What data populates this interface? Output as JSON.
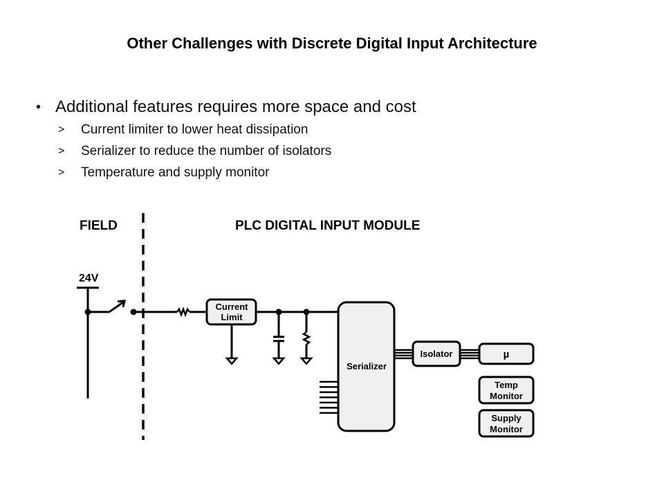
{
  "slide": {
    "title": "Other Challenges with Discrete Digital Input Architecture",
    "bullets": [
      {
        "text": "Additional features requires more space and cost",
        "sub": [
          "Current limiter to lower heat dissipation",
          "Serializer to reduce the number of isolators",
          "Temperature and supply monitor"
        ]
      }
    ],
    "bullet_glyph": "•",
    "sub_bullet_glyph": ">"
  },
  "diagram": {
    "field_label": "FIELD",
    "module_label": "PLC DIGITAL INPUT MODULE",
    "supply_label": "24V",
    "blocks": {
      "current_limit": [
        "Current",
        "Limit"
      ],
      "serializer": "Serializer",
      "isolator": "Isolator",
      "micro": "µ",
      "temp_monitor": [
        "Temp",
        "Monitor"
      ],
      "supply_monitor": [
        "Supply",
        "Monitor"
      ]
    },
    "serializer_input_lines": 7,
    "bus_lines": 4,
    "colors": {
      "block_fill": "#f0f0f0",
      "stroke": "#000000"
    }
  }
}
